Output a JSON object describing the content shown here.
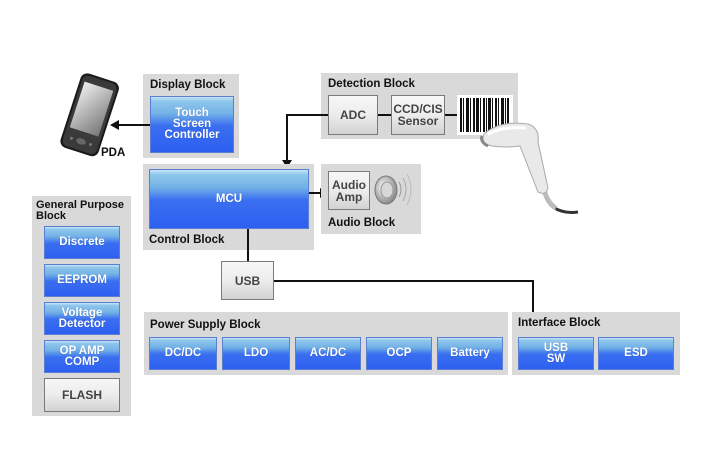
{
  "display_block": {
    "title": "Display Block",
    "items": [
      {
        "label": "Touch Screen Controller",
        "lines": [
          "Touch",
          "Screen",
          "Controller"
        ]
      }
    ]
  },
  "pda": {
    "label": "PDA",
    "icon": "pda-phone-icon"
  },
  "detection_block": {
    "title": "Detection Block",
    "items": [
      {
        "label": "ADC"
      },
      {
        "label": "CCD/CIS Sensor",
        "lines": [
          "CCD/CIS",
          "Sensor"
        ]
      }
    ],
    "icons": [
      "barcode-icon",
      "barcode-scanner-icon"
    ]
  },
  "control_block": {
    "title": "Control Block",
    "items": [
      {
        "label": "MCU"
      }
    ]
  },
  "audio_block": {
    "title": "Audio Block",
    "items": [
      {
        "label": "Audio Amp",
        "lines": [
          "Audio",
          "Amp"
        ]
      }
    ],
    "icons": [
      "speaker-icon"
    ]
  },
  "usb": {
    "label": "USB"
  },
  "general_purpose_block": {
    "title_lines": [
      "General Purpose",
      "Block"
    ],
    "items": [
      {
        "label": "Discrete"
      },
      {
        "label": "EEPROM"
      },
      {
        "label": "Voltage Detector",
        "lines": [
          "Voltage",
          "Detector"
        ]
      },
      {
        "label": "OP AMP COMP",
        "lines": [
          "OP AMP",
          "COMP"
        ]
      },
      {
        "label": "FLASH"
      }
    ]
  },
  "power_supply_block": {
    "title": "Power Supply Block",
    "items": [
      {
        "label": "DC/DC"
      },
      {
        "label": "LDO"
      },
      {
        "label": "AC/DC"
      },
      {
        "label": "OCP"
      },
      {
        "label": "Battery"
      }
    ]
  },
  "interface_block": {
    "title": "Interface Block",
    "items": [
      {
        "label": "USB SW",
        "lines": [
          "USB",
          "SW"
        ]
      },
      {
        "label": "ESD"
      }
    ]
  },
  "colors": {
    "panel": "#d9d9d9",
    "blue_block": "#2d5ff0",
    "gray_block": "#e6e6e6",
    "connector": "#111111"
  }
}
